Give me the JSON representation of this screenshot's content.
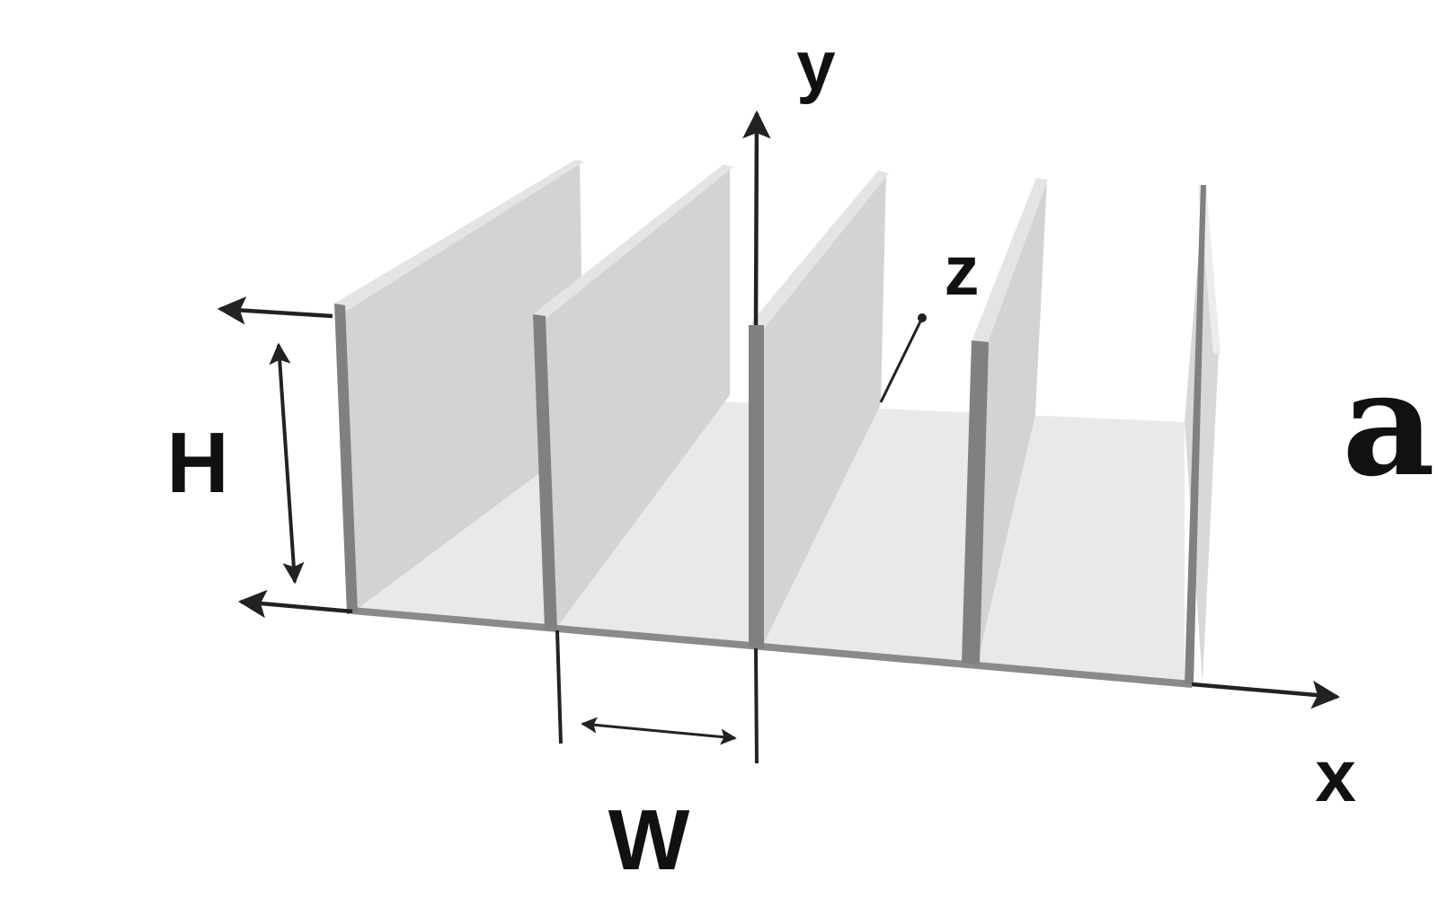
{
  "figure": {
    "axis_labels": {
      "x": "x",
      "y": "y",
      "z": "z"
    },
    "dimension_labels": {
      "height": "H",
      "width": "W"
    },
    "panel_label": "a",
    "colors": {
      "background": "#ffffff",
      "floor": "#e9e9e9",
      "wall_face": "#d3d3d3",
      "wall_top": "#e4e4e4",
      "wall_edge": "#808080",
      "axis": "#222222"
    },
    "structure": {
      "walls": 5,
      "channels": 4
    }
  }
}
